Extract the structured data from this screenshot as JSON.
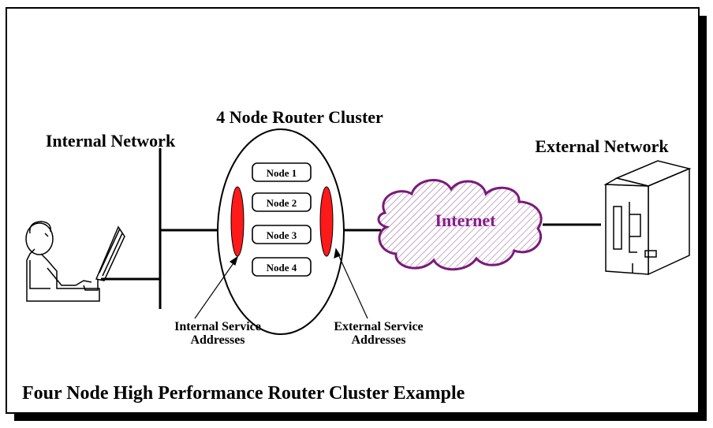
{
  "title": "Four Node High Performance Router Cluster Example",
  "cluster_title": "4 Node Router Cluster",
  "internal_network_label": "Internal Network",
  "external_network_label": "External Network",
  "internet_label": "Internet",
  "nodes": [
    "Node 1",
    "Node 2",
    "Node 3",
    "Node 4"
  ],
  "internal_service_label": [
    "Internal Service",
    "Addresses"
  ],
  "external_service_label": [
    "External Service",
    "Addresses"
  ],
  "colors": {
    "service_address": "#ff1a1a",
    "internet_cloud_outline": "#7a1a7a",
    "internet_text": "#8a1a8a",
    "frame_shadow": "#000000"
  }
}
